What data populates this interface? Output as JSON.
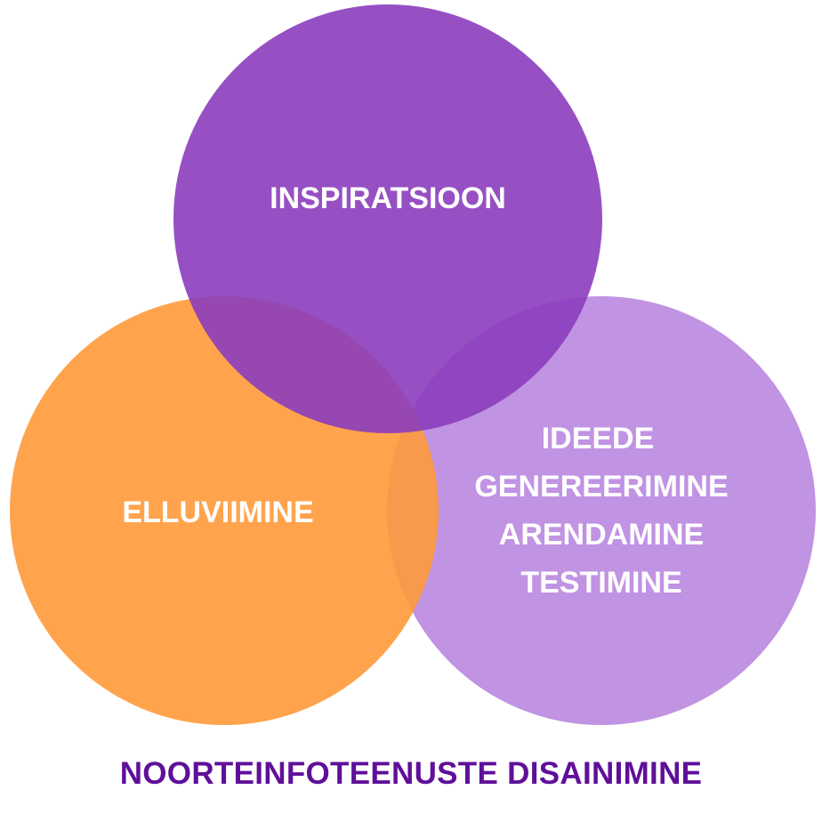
{
  "diagram": {
    "circles": [
      {
        "id": "inspiratsioon",
        "label_lines": [
          "INSPIRATSIOON"
        ],
        "color": "#8b3dbd"
      },
      {
        "id": "elluviimine",
        "label_lines": [
          "ELLUVIIMINE"
        ],
        "color": "#ff9a3a"
      },
      {
        "id": "ideede",
        "label_lines": [
          "IDEEDE",
          "GENEREERIMINE",
          "ARENDAMINE",
          "TESTIMINE"
        ],
        "color": "#c193e3"
      }
    ]
  },
  "caption": {
    "text": "NOORTEINFOTEENUSTE DISAINIMINE",
    "color": "#5f0f99"
  }
}
